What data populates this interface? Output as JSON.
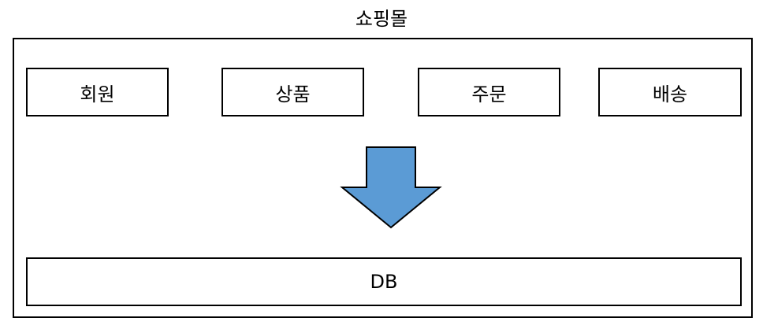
{
  "diagram": {
    "title": "쇼핑몰",
    "modules": [
      "회원",
      "상품",
      "주문",
      "배송"
    ],
    "database": "DB",
    "arrow_color": "#5b9bd5"
  }
}
